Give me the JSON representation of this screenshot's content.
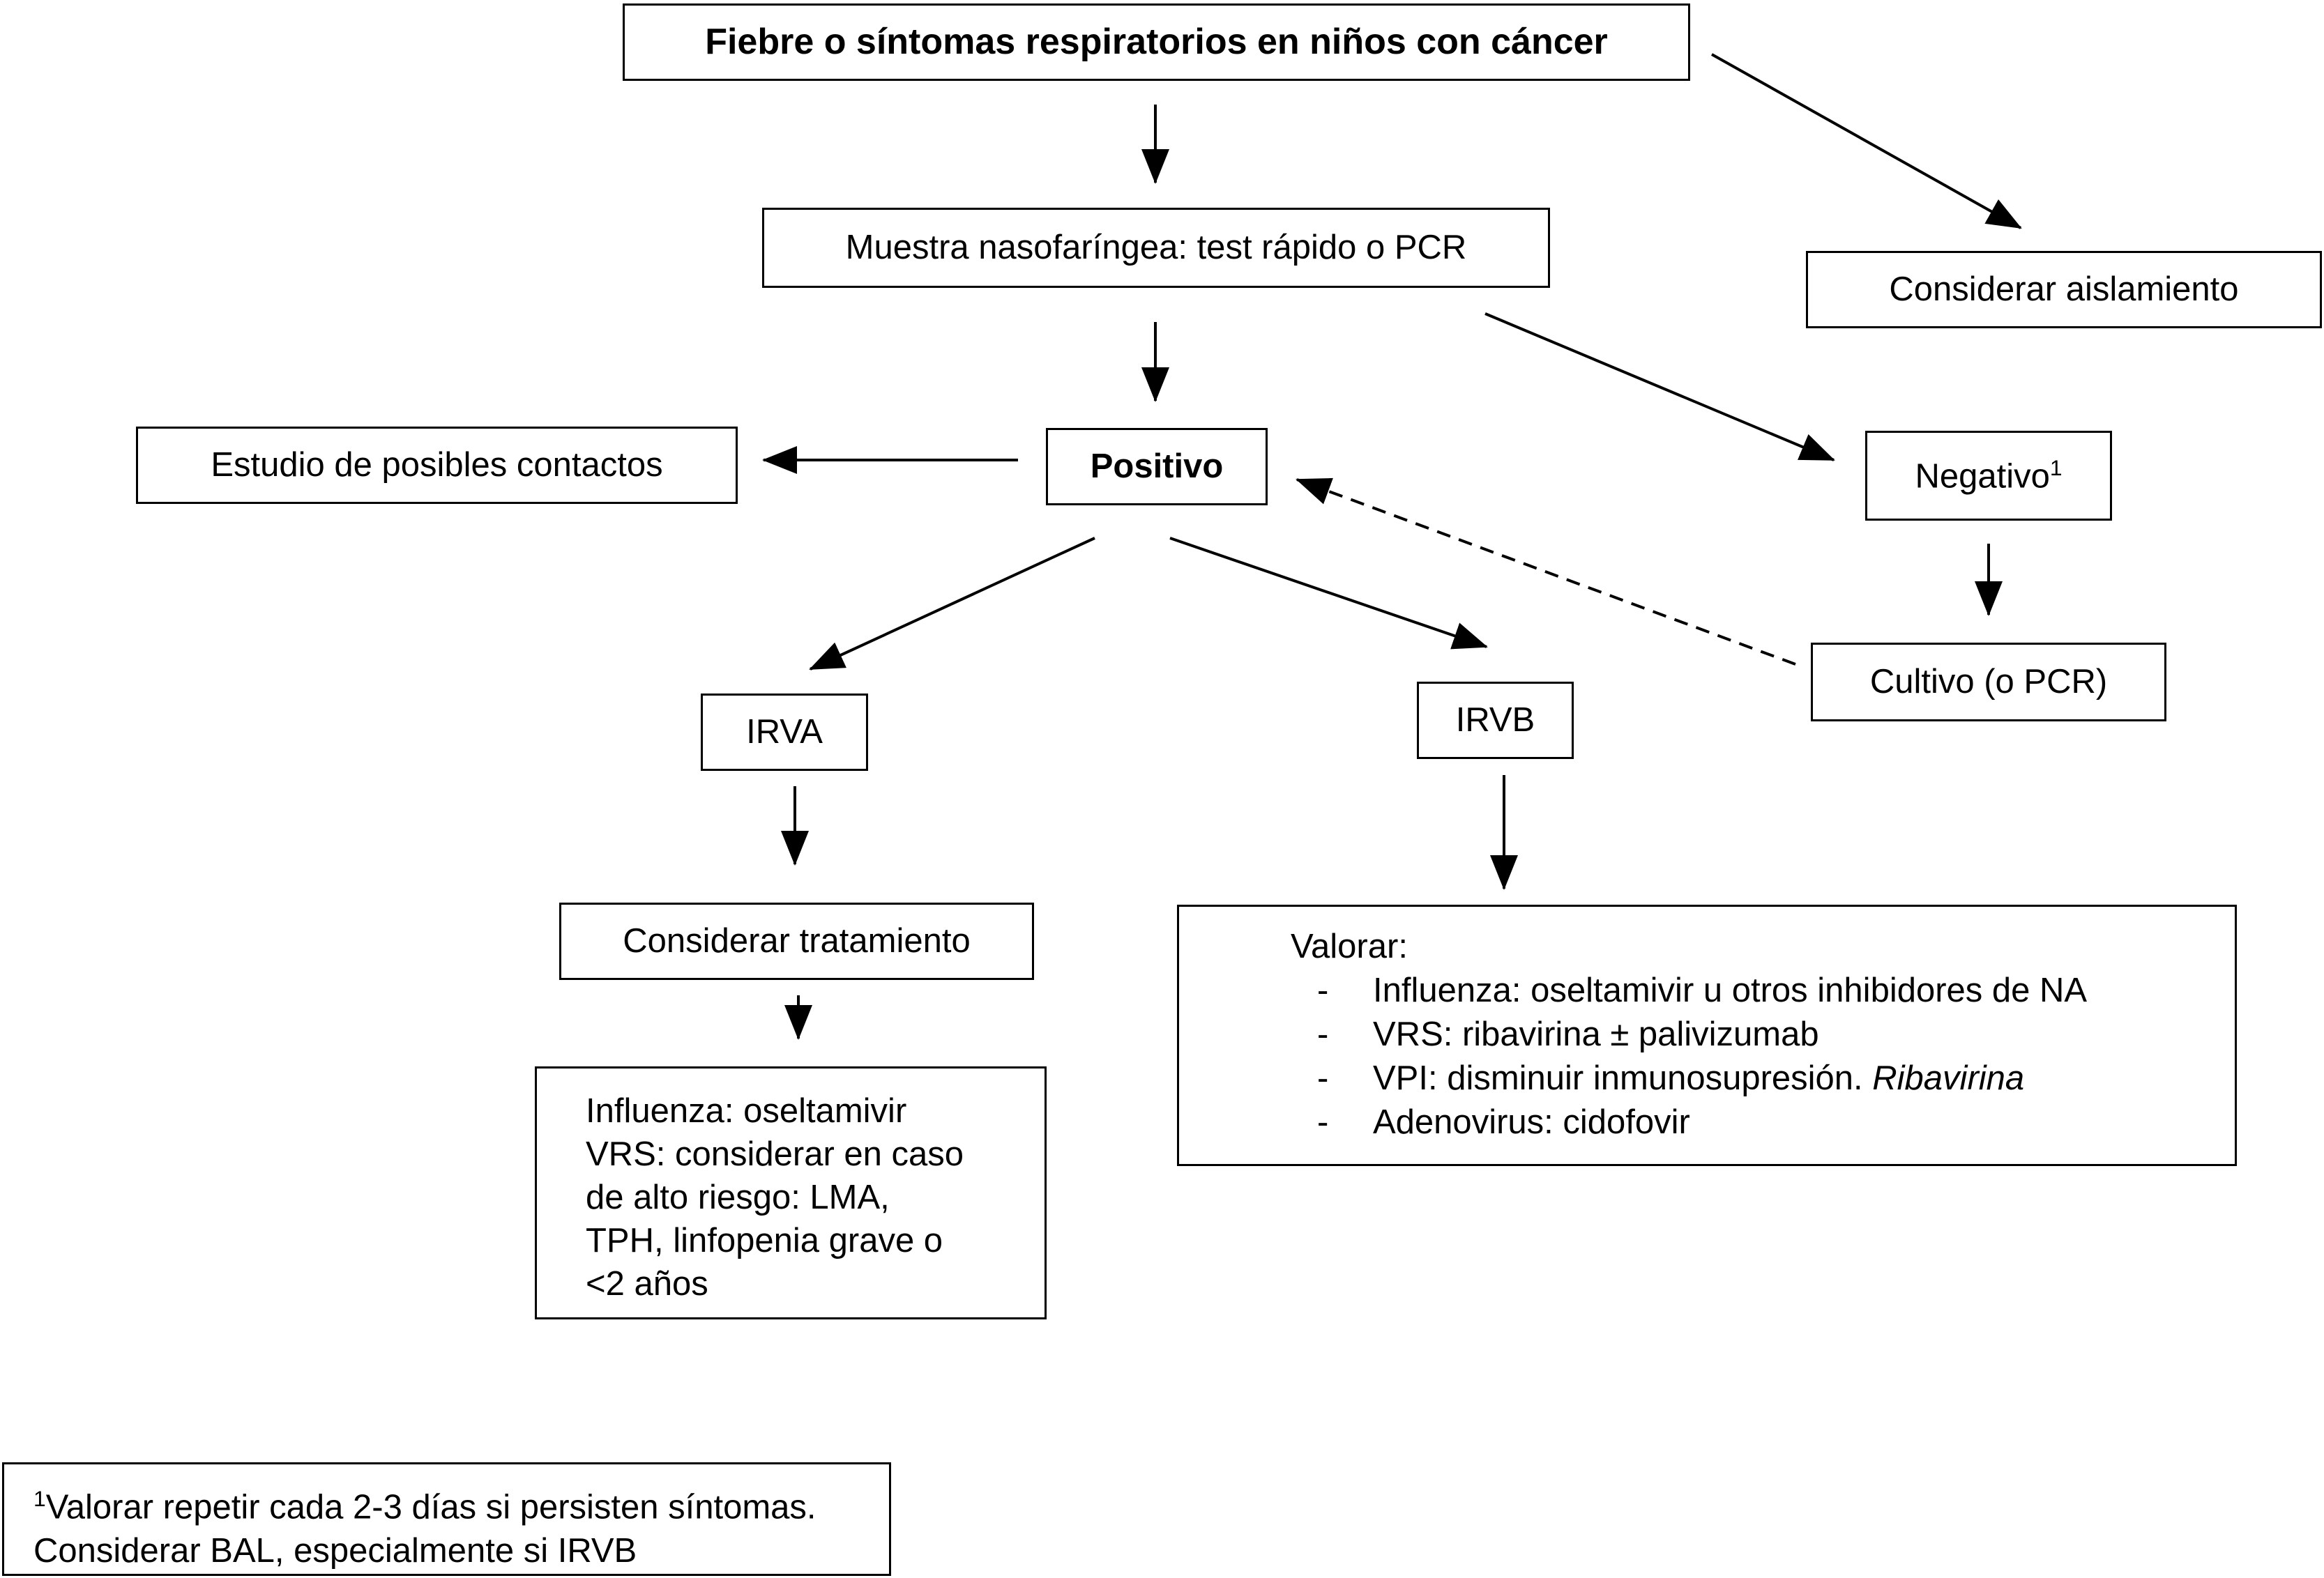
{
  "boxes": {
    "root": "Fiebre o síntomas respiratorios en niños con cáncer",
    "sample": "Muestra nasofaríngea: test rápido o PCR",
    "isolation": "Considerar aislamiento",
    "contacts": "Estudio de posibles contactos",
    "positive": "Positivo",
    "negative": "Negativo",
    "negative_sup": "1",
    "culture": "Cultivo (o PCR)",
    "irva": "IRVA",
    "irvb": "IRVB",
    "consider_treatment": "Considerar tratamiento",
    "irva_treatment": [
      "Influenza: oseltamivir",
      "VRS: considerar en caso",
      "de alto riesgo: LMA,",
      "TPH, linfopenia grave o",
      "<2 años"
    ],
    "irvb_title": "Valorar:",
    "irvb_items": [
      {
        "dash": "-",
        "text": "Influenza: oseltamivir u otros inhibidores de NA",
        "italic": ""
      },
      {
        "dash": "-",
        "text": "VRS: ribavirina ± palivizumab",
        "italic": ""
      },
      {
        "dash": "-",
        "text": "VPI: disminuir inmunosupresión. ",
        "italic": "Ribavirina"
      },
      {
        "dash": "-",
        "text": "Adenovirus: cidofovir",
        "italic": ""
      }
    ]
  },
  "footnote": {
    "marker": "1",
    "line1": "Valorar repetir cada 2-3 días si persisten síntomas.",
    "line2": "Considerar BAL, especialmente si IRVB"
  }
}
